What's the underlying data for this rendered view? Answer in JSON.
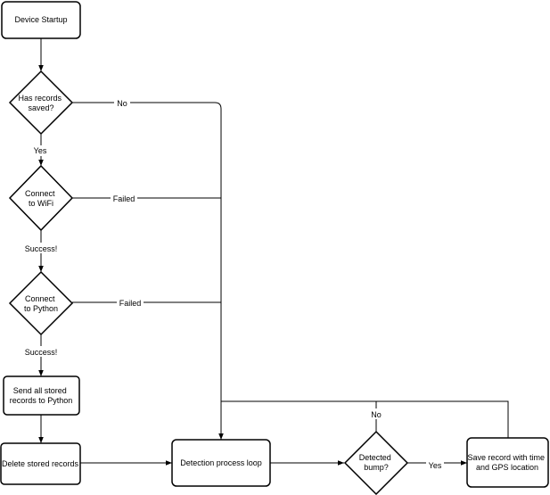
{
  "nodes": {
    "device_startup": [
      "Device Startup"
    ],
    "has_records": [
      "Has records",
      "saved?"
    ],
    "connect_wifi": [
      "Connect",
      "to WiFi"
    ],
    "connect_python": [
      "Connect",
      "to Python"
    ],
    "send_records": [
      "Send all stored",
      "records to Python"
    ],
    "delete_records": [
      "Delete stored records"
    ],
    "detection_loop": [
      "Detection process loop"
    ],
    "detected_bump": [
      "Detected",
      "bump?"
    ],
    "save_record": [
      "Save record with time",
      "and GPS location"
    ]
  },
  "edge_labels": {
    "no": "No",
    "yes": "Yes",
    "failed_wifi": "Failed",
    "success_wifi": "Success!",
    "failed_python": "Failed",
    "success_python": "Success!",
    "bump_no": "No",
    "bump_yes": "Yes"
  }
}
